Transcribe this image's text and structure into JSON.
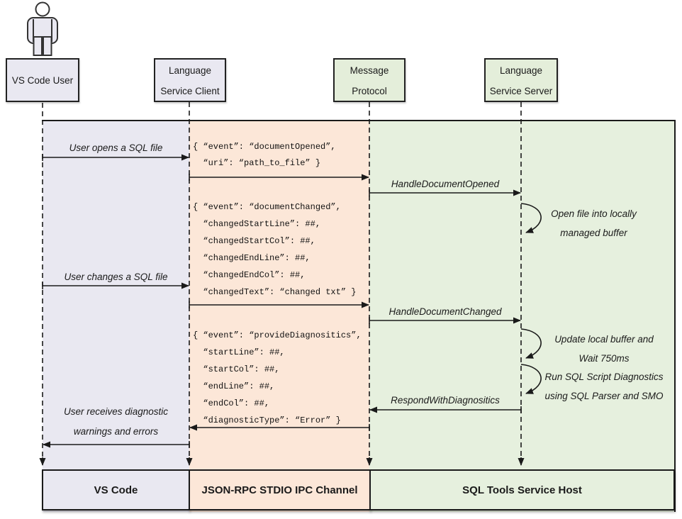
{
  "colors": {
    "lavender_band": "#e9e8f1",
    "peach_band": "#fce7d8",
    "green_band": "#e6f0de",
    "line_stroke": "#1a1a1a"
  },
  "actors": {
    "user": {
      "label": "VS Code User"
    },
    "client": {
      "line1": "Language",
      "line2": "Service Client"
    },
    "protocol": {
      "line1": "Message",
      "line2": "Protocol"
    },
    "server": {
      "line1": "Language",
      "line2": "Service Server"
    }
  },
  "labels": {
    "user_opens": "User opens a SQL file",
    "user_changes": "User changes a SQL file",
    "user_receives_1": "User receives diagnostic",
    "user_receives_2": "warnings and errors",
    "handle_opened": "HandleDocumentOpened",
    "handle_changed": "HandleDocumentChanged",
    "respond": "RespondWithDiagnositics",
    "note_open_1": "Open file into locally",
    "note_open_2": "managed buffer",
    "note_update_1": "Update local buffer and",
    "note_update_2": "Wait 750ms",
    "note_run_1": "Run SQL Script Diagnostics",
    "note_run_2": "using SQL Parser and SMO"
  },
  "payloads": {
    "document_opened": "{ “event”: “documentOpened”,\n  “uri”: “path_to_file” }",
    "document_changed": "{ “event”: “documentChanged”,\n  “changedStartLine”: ##,\n  “changedStartCol”: ##,\n  “changedEndLine”: ##,\n  “changedEndCol”: ##,\n  “changedText”: “changed txt” }",
    "provide_diagnostics": "{ “event”: “provideDiagnositics”,\n  “startLine”: ##,\n  “startCol”: ##,\n  “endLine”: ##,\n  “endCol”: ##,\n  “diagnosticType”: “Error” }"
  },
  "footers": {
    "vscode": "VS Code",
    "ipc": "JSON-RPC STDIO IPC Channel",
    "host": "SQL Tools Service Host"
  }
}
